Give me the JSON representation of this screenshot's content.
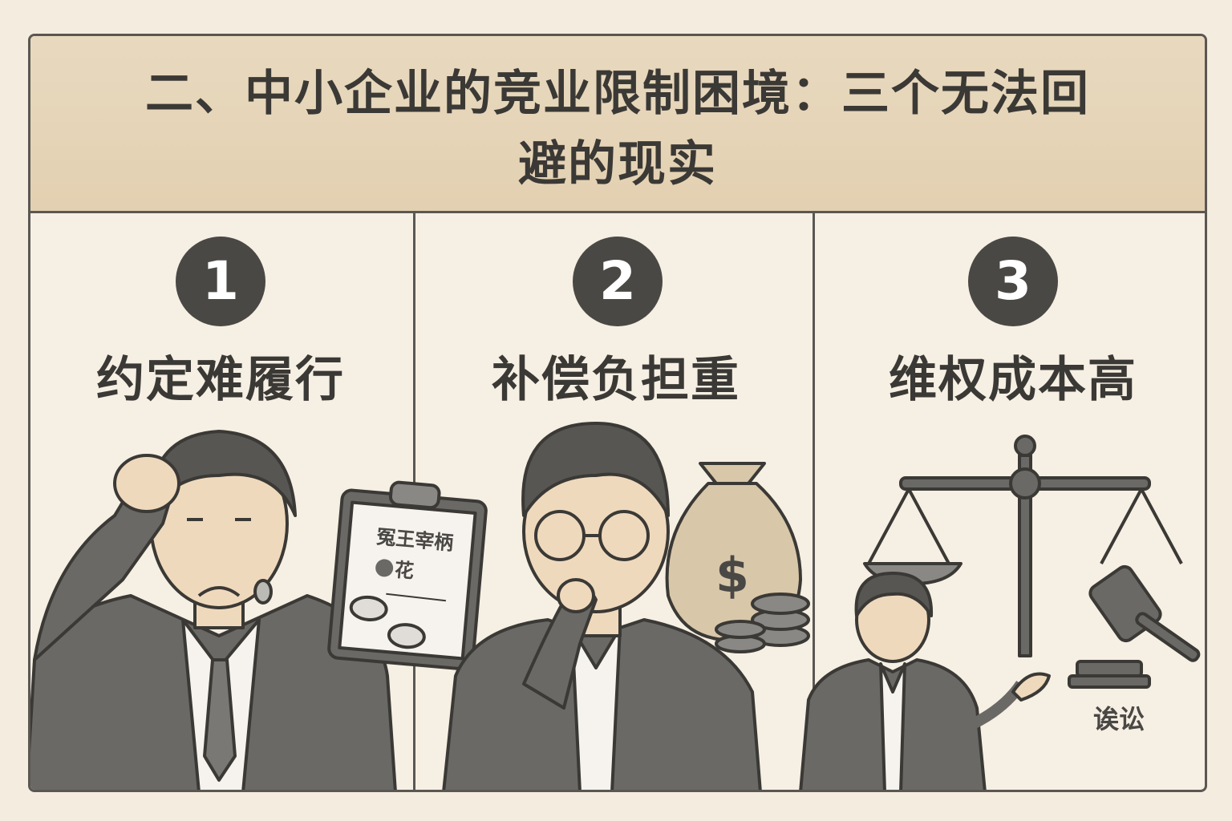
{
  "header": {
    "title_line1": "二、中小企业的竞业限制困境：三个无法回",
    "title_line2": "避的现实"
  },
  "panels": [
    {
      "number": "1",
      "label": "约定难履行",
      "clipboard_text_line1": "冤王宰柄",
      "clipboard_text_line2": "花"
    },
    {
      "number": "2",
      "label": "补偿负担重",
      "money_symbol": "$"
    },
    {
      "number": "3",
      "label": "维权成本高",
      "caption": "诶讼"
    }
  ],
  "colors": {
    "header_bg": "#e6d4b6",
    "page_bg": "#f4ecdf",
    "dark": "#4a4845",
    "suit": "#6b6965"
  }
}
